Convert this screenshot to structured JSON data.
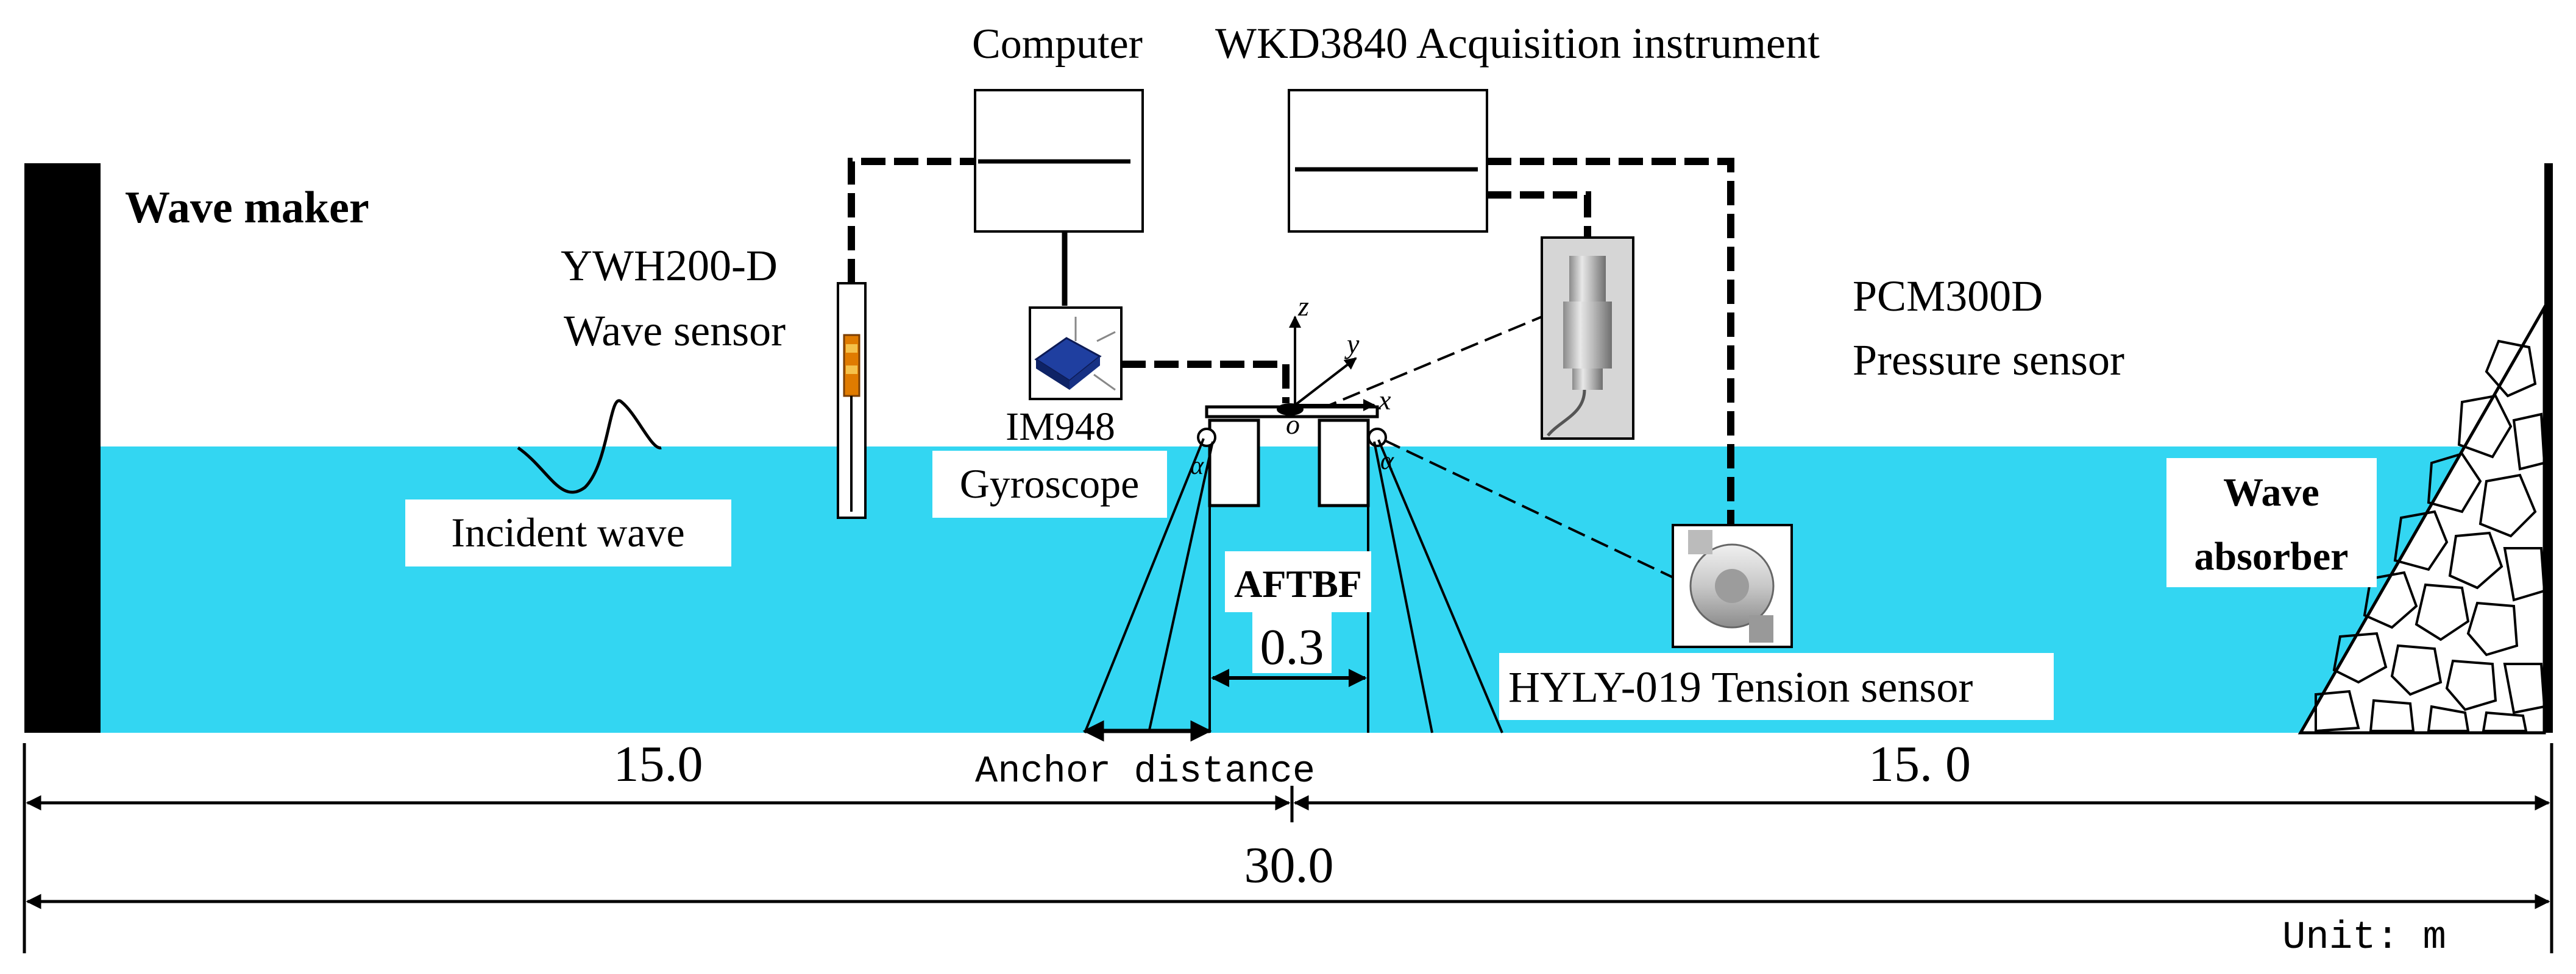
{
  "labels": {
    "computer": "Computer",
    "acquisition": "WKD3840 Acquisition instrument",
    "wave_maker": "Wave maker",
    "wave_sensor_model": "YWH200-D",
    "wave_sensor_name": "Wave sensor",
    "pressure_sensor_model": "PCM300D",
    "pressure_sensor_name": "Pressure sensor",
    "gyro_model": "IM948",
    "gyro_name": "Gyroscope",
    "incident_wave": "Incident wave",
    "wave_absorber_1": "Wave",
    "wave_absorber_2": "absorber",
    "structure": "AFTBF",
    "tension_sensor": "HYLY-019 Tension sensor",
    "anchor_distance": "Anchor distance",
    "unit": "Unit: m",
    "axis_x": "x",
    "axis_y": "y",
    "axis_z": "z",
    "origin": "o",
    "alpha_left": "α",
    "alpha_right": "α"
  },
  "dimensions": {
    "structure_width": "0.3",
    "left_length": "15.0",
    "right_length": "15. 0",
    "total_length": "30.0"
  },
  "colors": {
    "water": "#33D6F2",
    "line": "#000000",
    "sensor_gray": "#d6d6d6"
  },
  "icons": {
    "wave_sensor": "wave-probe-icon",
    "gyroscope": "gyroscope-icon",
    "pressure_sensor": "pressure-sensor-icon",
    "tension_sensor": "tension-sensor-icon"
  }
}
